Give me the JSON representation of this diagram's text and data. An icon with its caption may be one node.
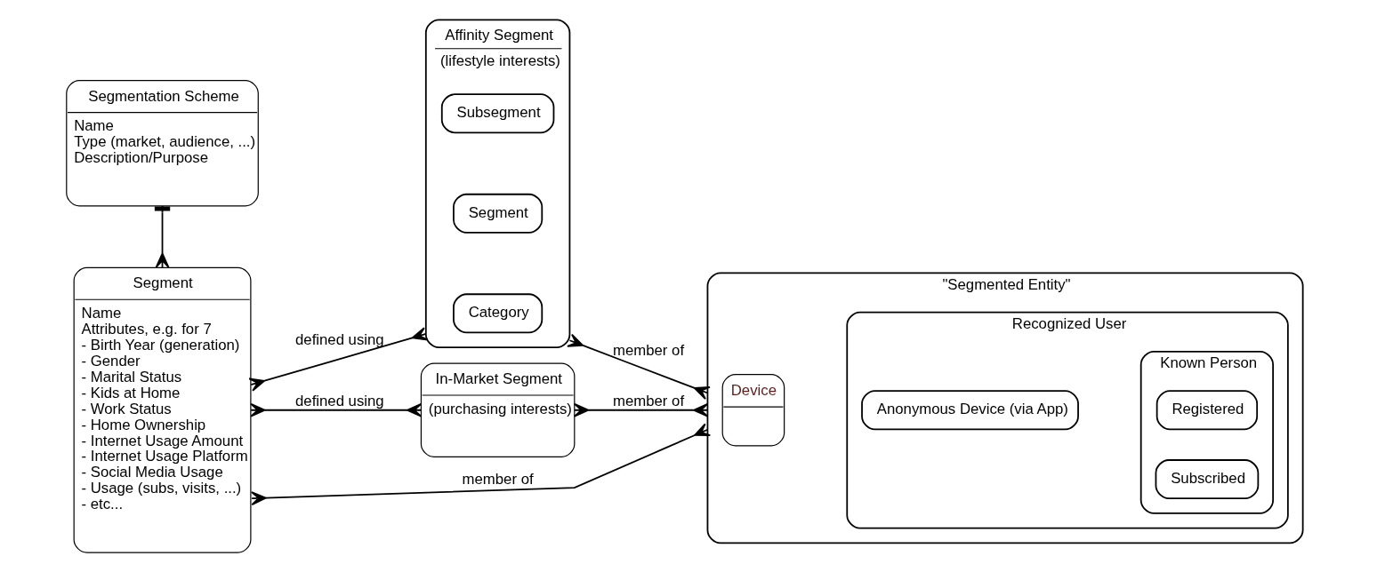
{
  "diagram": {
    "nodes": [
      {
        "text": [
          "Segmentation Scheme",
          "Name",
          "Type (market, audience, ...)",
          "Description/Purpose"
        ]
      },
      {
        "text": [
          "Segment",
          "Name",
          "Attributes, e.g. for 7",
          "- Birth Year (generation)",
          "- Gender",
          "- Marital Status",
          "- Kids at Home",
          "- Work Status",
          "- Home Ownership",
          "- Internet Usage Amount",
          "- Internet Usage Platform",
          "- Social Media Usage",
          "- Usage (subs, visits, ...)",
          "- etc..."
        ]
      },
      {
        "text": [
          "Affinity Segment",
          "(lifestyle interests)"
        ]
      },
      {
        "text": [
          "Category"
        ],
        "in": 2
      },
      {
        "text": [
          "Segment"
        ],
        "in": 2
      },
      {
        "text": [
          "Subsegment"
        ],
        "in": 2
      },
      {
        "text": [
          "In-Market Segment",
          "(purchasing interests)"
        ]
      },
      {
        "text": [
          "\"Segmented Entity\""
        ]
      },
      {
        "text": [
          "Device"
        ],
        "in": 7
      },
      {
        "text": [
          "Recognized User"
        ],
        "in": 7
      },
      {
        "text": [
          "Anonymous Device (via App)"
        ],
        "in": 9
      },
      {
        "text": [
          "Known Person"
        ],
        "in": 9
      },
      {
        "text": [
          "Registered"
        ],
        "in": 11
      },
      {
        "text": [
          "Subscribed"
        ],
        "in": 11
      }
    ],
    "edges": [
      {
        "from": 0,
        "to": 1,
        "arrow": "other"
      },
      {
        "from": 1,
        "to": 2,
        "arrow": "other",
        "label": "defined using"
      },
      {
        "from": 1,
        "to": 6,
        "arrow": "other",
        "label": "defined using"
      },
      {
        "from": 2,
        "to": 7,
        "arrow": "other",
        "label": "member of"
      },
      {
        "from": 6,
        "to": 7,
        "arrow": "other",
        "label": "member of"
      },
      {
        "from": 1,
        "to": 7,
        "arrow": "other",
        "label": "member of"
      }
    ]
  }
}
